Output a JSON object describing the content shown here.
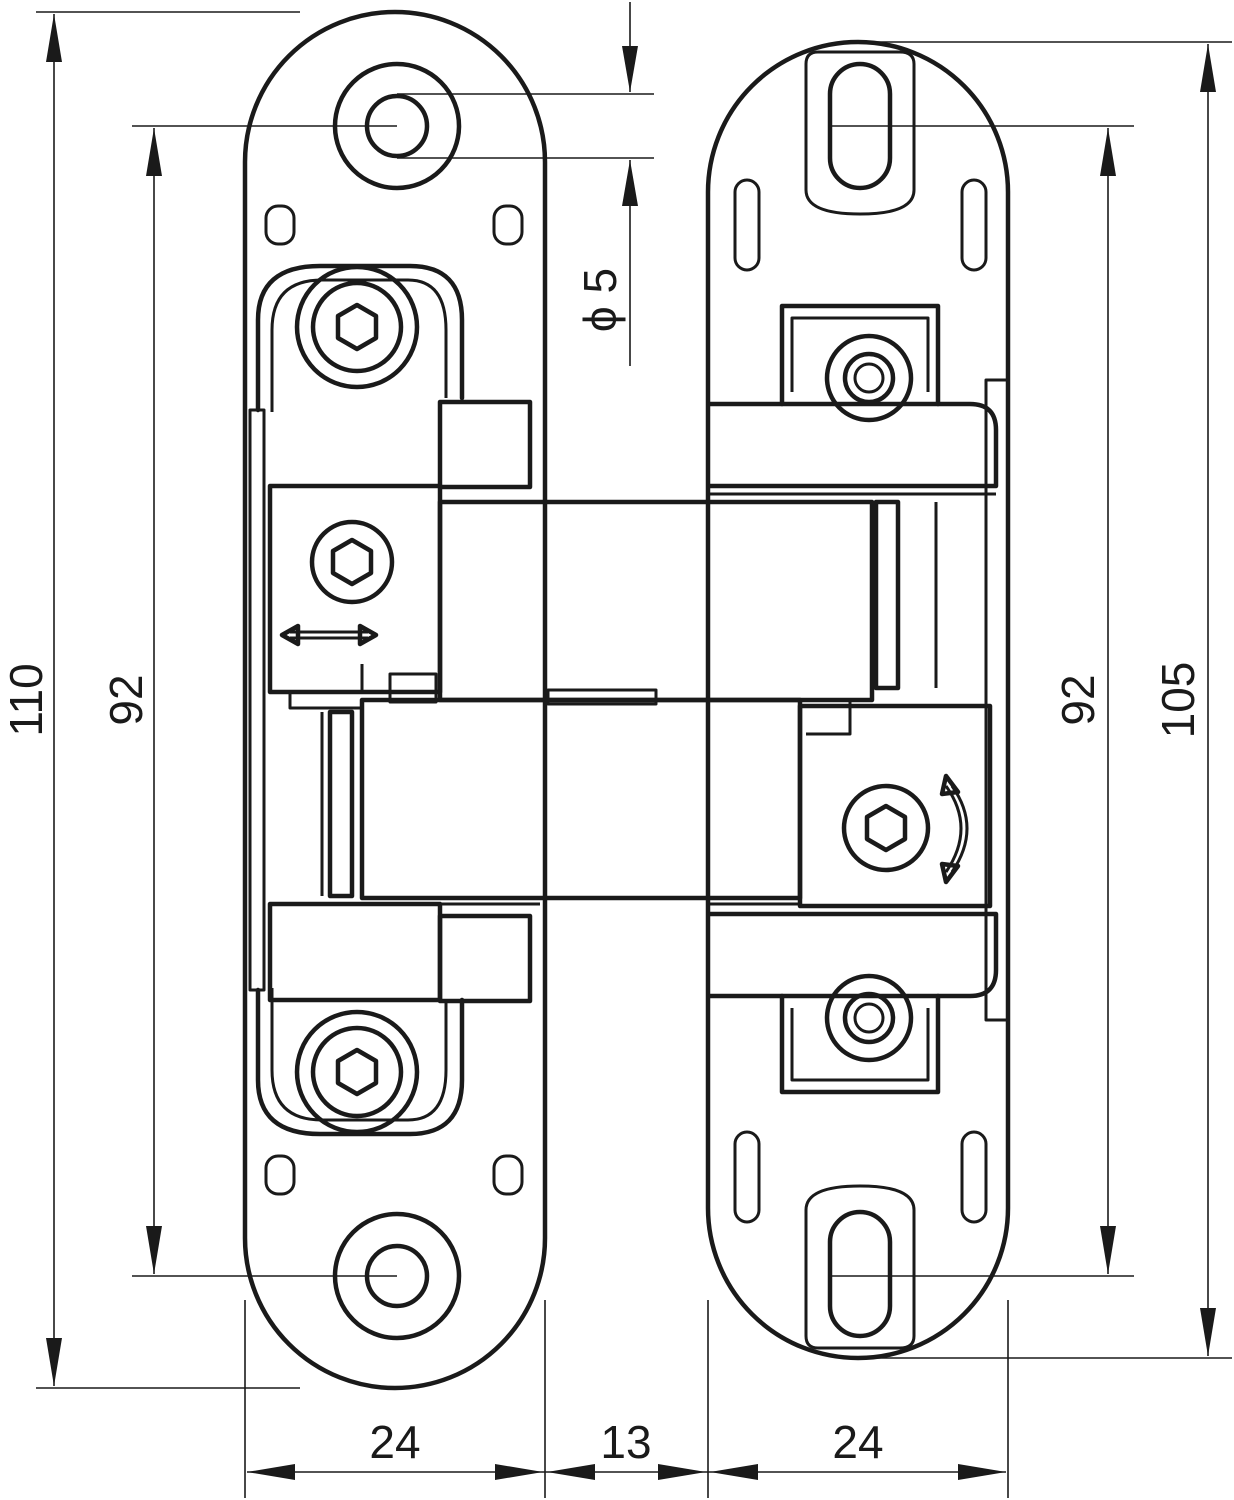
{
  "dimensions": {
    "overall_height_left": "110",
    "hole_spacing_left": "92",
    "hole_diameter": "ϕ 5",
    "hole_spacing_right": "92",
    "overall_height_right": "105",
    "width_left": "24",
    "gap_width": "13",
    "width_right": "24"
  }
}
